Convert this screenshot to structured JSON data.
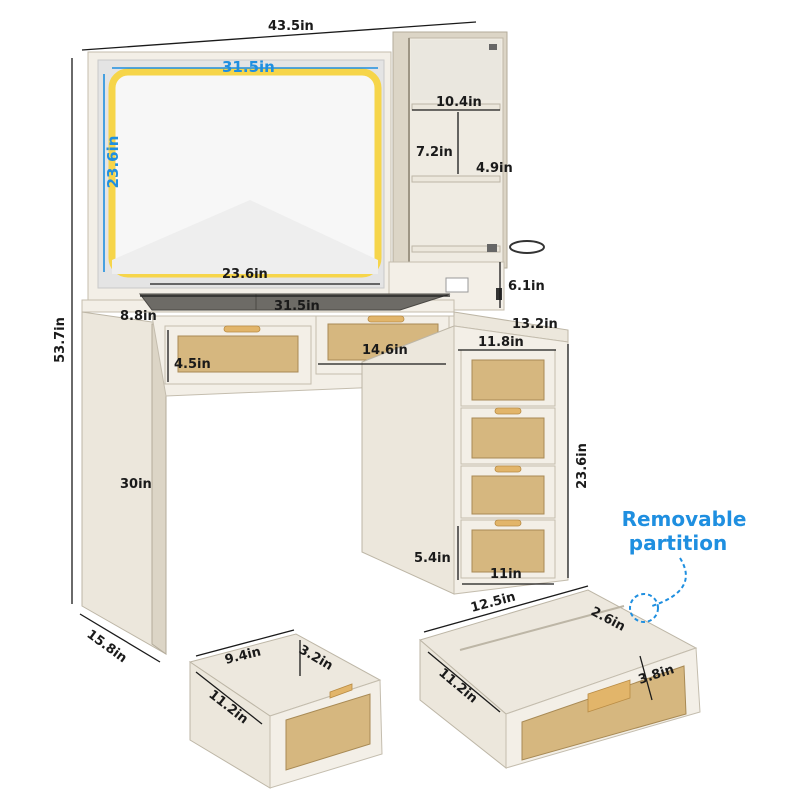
{
  "colors": {
    "accent": "#1f8fe0",
    "wood": "#ece7dc",
    "rattan": "#d6b77f",
    "mirror_glow": "#f6d54a",
    "text": "#1a1a1a"
  },
  "callout": {
    "line1": "Removable",
    "line2": "partition"
  },
  "dimensions": {
    "overall_width": "43.5in",
    "overall_height": "53.7in",
    "mirror_width": "31.5in",
    "mirror_height": "23.6in",
    "shelf_width": "10.4in",
    "shelf_height": "7.2in",
    "shelf_depth": "4.9in",
    "glass_top_width": "23.6in",
    "desk_width": "31.5in",
    "desk_depth": "8.8in",
    "upper_drawer_height": "4.5in",
    "upper_drawer_width": "14.6in",
    "outlet_height": "6.1in",
    "cabinet_depth": "13.2in",
    "cabinet_width": "11.8in",
    "cabinet_height": "23.6in",
    "leg_height": "30in",
    "lower_drawer_height": "5.4in",
    "lower_drawer_width": "11in",
    "base_depth": "15.8in",
    "small_drawer_width": "9.4in",
    "small_drawer_height": "3.2in",
    "small_drawer_depth": "11.2in",
    "large_drawer_width": "12.5in",
    "large_drawer_partition": "2.6in",
    "large_drawer_depth": "11.2in",
    "large_drawer_height": "3.8in"
  }
}
